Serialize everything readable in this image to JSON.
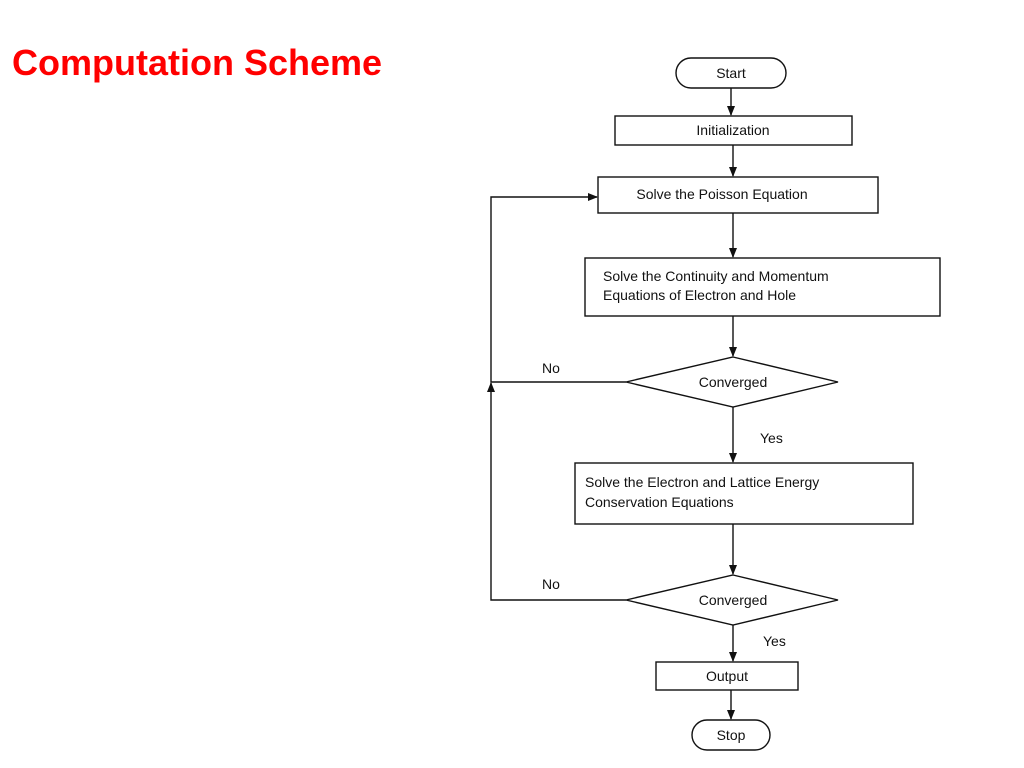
{
  "title": "Computation Scheme",
  "colors": {
    "title": "#ff0000",
    "line": "#111111",
    "fill": "#ffffff"
  },
  "flowchart": {
    "nodes": {
      "start": {
        "shape": "terminal",
        "label": "Start"
      },
      "init": {
        "shape": "process",
        "label": "Initialization"
      },
      "poisson": {
        "shape": "process",
        "label": "Solve the Poisson Equation"
      },
      "continuity": {
        "shape": "process",
        "label_lines": [
          "Solve the Continuity and Momentum",
          "Equations of Electron and Hole"
        ]
      },
      "converged1": {
        "shape": "decision",
        "label": "Converged"
      },
      "energy": {
        "shape": "process",
        "label_lines": [
          "Solve the Electron and Lattice Energy",
          "Conservation Equations"
        ]
      },
      "converged2": {
        "shape": "decision",
        "label": "Converged"
      },
      "output": {
        "shape": "process",
        "label": "Output"
      },
      "stop": {
        "shape": "terminal",
        "label": "Stop"
      }
    },
    "edges": {
      "start_init": {
        "from": "start",
        "to": "init",
        "label": ""
      },
      "init_poisson": {
        "from": "init",
        "to": "poisson",
        "label": ""
      },
      "poisson_continuity": {
        "from": "poisson",
        "to": "continuity",
        "label": ""
      },
      "continuity_conv1": {
        "from": "continuity",
        "to": "converged1",
        "label": ""
      },
      "conv1_energy": {
        "from": "converged1",
        "to": "energy",
        "label": "Yes"
      },
      "conv1_poisson": {
        "from": "converged1",
        "to": "poisson",
        "label": "No"
      },
      "energy_conv2": {
        "from": "energy",
        "to": "converged2",
        "label": ""
      },
      "conv2_output": {
        "from": "converged2",
        "to": "output",
        "label": "Yes"
      },
      "conv2_poisson": {
        "from": "converged2",
        "to": "poisson",
        "label": "No"
      },
      "output_stop": {
        "from": "output",
        "to": "stop",
        "label": ""
      }
    }
  }
}
